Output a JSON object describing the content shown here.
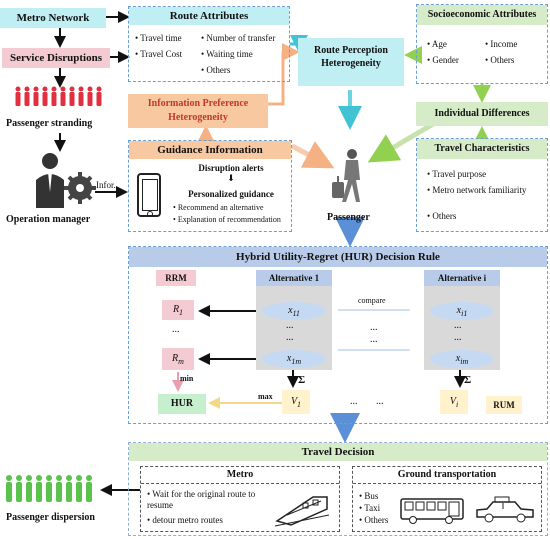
{
  "metro_network": "Metro Network",
  "service_disruptions": "Service Disruptions",
  "passenger_stranding": "Passenger stranding",
  "operation_manager": "Operation manager",
  "infor": "Infor.",
  "route_attributes": {
    "title": "Route Attributes",
    "items": [
      "Travel time",
      "Travel Cost",
      "Number of transfer",
      "Waiting time",
      "Others"
    ]
  },
  "route_perception": "Route Perception Heterogeneity",
  "socioeconomic": {
    "title": "Socioeconomic Attributes",
    "items": [
      "Age",
      "Gender",
      "Income",
      "Others"
    ]
  },
  "info_preference": "Information Preference Heterogeneity",
  "individual_differences": "Individual Differences",
  "guidance": {
    "title": "Guidance Information",
    "alerts": "Disruption alerts",
    "personalized": "Personalized guidance",
    "items": [
      "Recommend an alternative",
      "Explanation of recommendation"
    ]
  },
  "travel_characteristics": {
    "title": "Travel Characteristics",
    "items": [
      "Travel purpose",
      "Metro network familiarity",
      "Others"
    ]
  },
  "passenger": "Passenger",
  "hur": {
    "title": "Hybrid Utility-Regret (HUR) Decision Rule",
    "rrm": "RRM",
    "alt1": "Alternative 1",
    "alti": "Alternative i",
    "compare": "compare",
    "dots": "...",
    "min": "min",
    "max": "max",
    "hur": "HUR",
    "rum": "RUM",
    "sigma": "Σ",
    "R1": "R",
    "R1_sub": "1",
    "Rm": "R",
    "Rm_sub": "m",
    "x11": "x",
    "x11_sub": "11",
    "x1m": "x",
    "x1m_sub": "1m",
    "xi1": "x",
    "xi1_sub": "i1",
    "xim": "x",
    "xim_sub": "im",
    "V1": "V",
    "V1_sub": "1",
    "Vi": "V",
    "Vi_sub": "i"
  },
  "travel_decision": {
    "title": "Travel Decision",
    "metro": "Metro",
    "metro_items": [
      "Wait for the original route to resume",
      "detour metro routes"
    ],
    "ground": "Ground transportation",
    "ground_items": [
      "Bus",
      "Taxi",
      "Others"
    ]
  },
  "passenger_dispersion": "Passenger dispersion"
}
